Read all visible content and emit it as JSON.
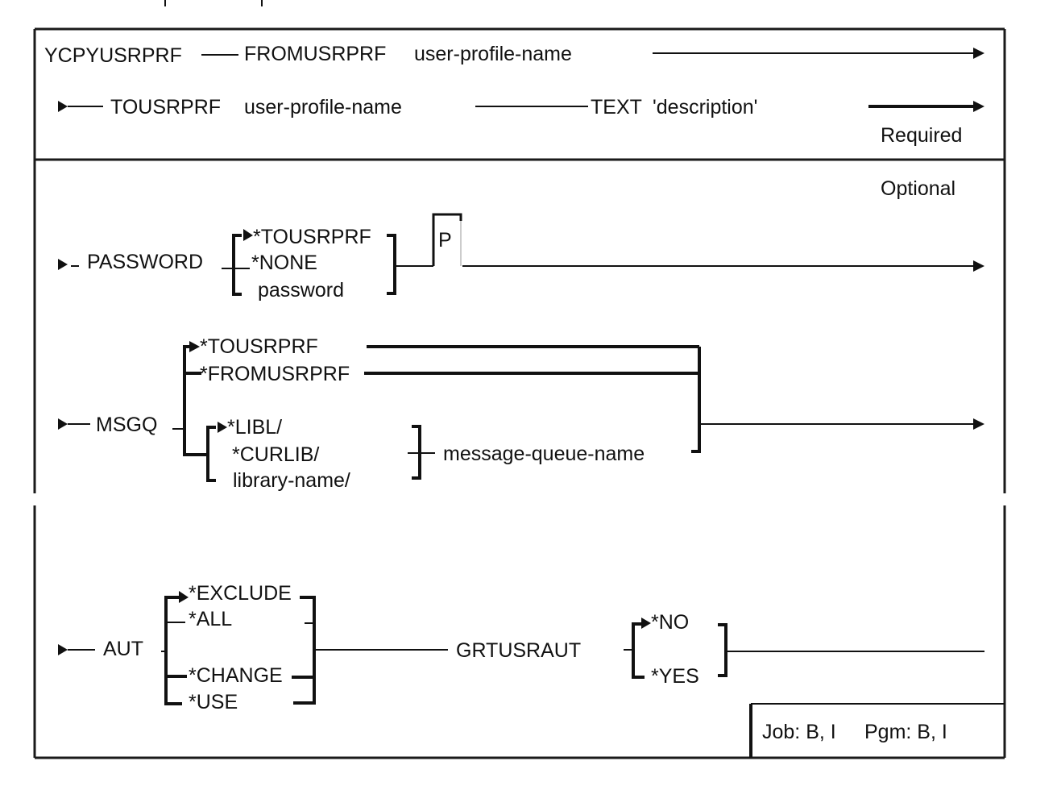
{
  "command": {
    "name": "YCPYUSRPRF",
    "required": {
      "section_label": "Required",
      "params": [
        {
          "keyword": "FROMUSRPRF",
          "value": "user-profile-name"
        },
        {
          "keyword": "TOUSRPRF",
          "value": "user-profile-name"
        },
        {
          "keyword": "TEXT",
          "value": "'description'"
        }
      ]
    },
    "optional": {
      "section_label": "Optional",
      "password": {
        "keyword": "PASSWORD",
        "choices": [
          "*TOUSRPRF",
          "*NONE",
          "password"
        ],
        "default": "*TOUSRPRF",
        "positional_marker": "P"
      },
      "msgq": {
        "keyword": "MSGQ",
        "choices": [
          "*TOUSRPRF",
          "*FROMUSRPRF"
        ],
        "default": "*TOUSRPRF",
        "library_choices": [
          "*LIBL/",
          "*CURLIB/",
          "library-name/"
        ],
        "library_default": "*LIBL/",
        "object": "message-queue-name"
      },
      "aut": {
        "keyword": "AUT",
        "choices": [
          "*EXCLUDE",
          "*ALL",
          "*CHANGE",
          "*USE"
        ],
        "default": "*EXCLUDE"
      },
      "grtusraut": {
        "keyword": "GRTUSRAUT",
        "choices": [
          "*NO",
          "*YES"
        ],
        "default": "*NO"
      }
    },
    "footer": {
      "job": "Job: B, I",
      "pgm": "Pgm: B, I"
    }
  }
}
